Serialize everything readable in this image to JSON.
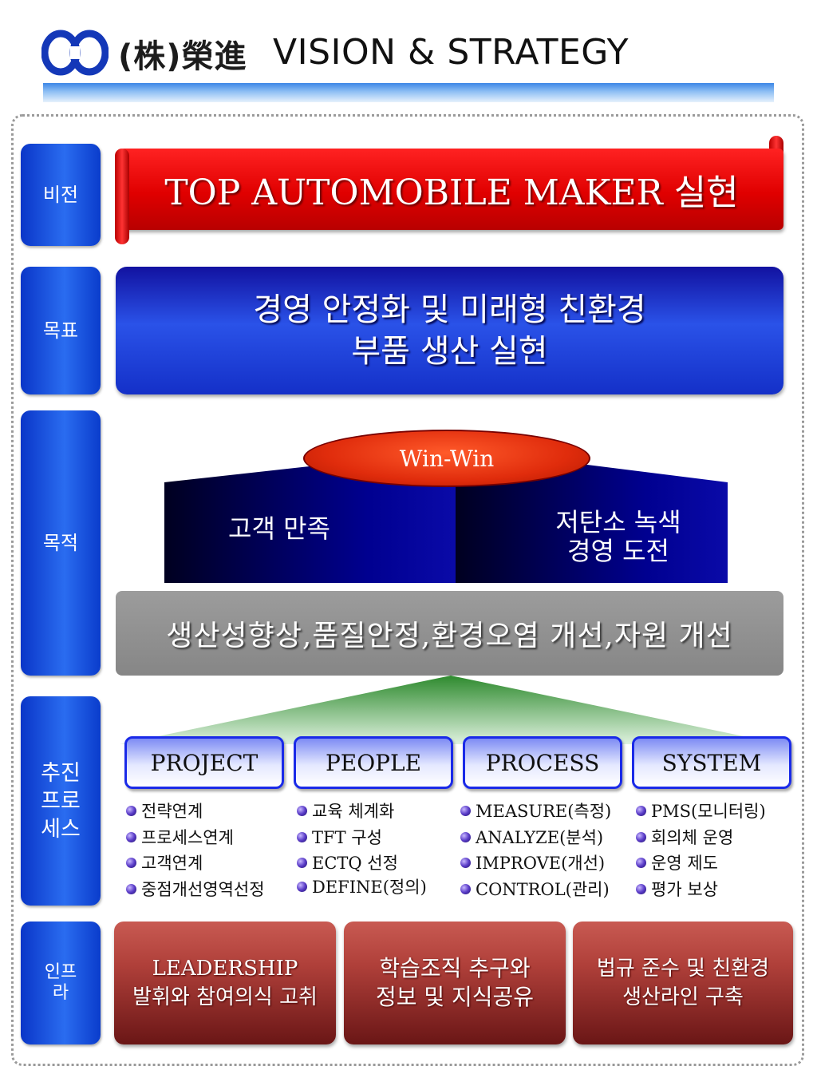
{
  "header": {
    "company": "(株)榮進",
    "title": "VISION & STRATEGY"
  },
  "side_labels": {
    "vision": "비전",
    "goal": "목표",
    "purpose": "목적",
    "process": [
      "추진",
      "프로",
      "세스"
    ],
    "infra": [
      "인프",
      "라"
    ]
  },
  "vision": {
    "text": "TOP AUTOMOBILE MAKER 실현"
  },
  "goal": {
    "lines": [
      "경영 안정화 및 미래형 친환경",
      "부품 생산 실현"
    ]
  },
  "purpose": {
    "winwin": "Win-Win",
    "left": "고객 만족",
    "right": [
      "저탄소 녹색",
      "경영 도전"
    ],
    "improve": "생산성향상,품질안정,환경오염 개선,자원 개선"
  },
  "process": {
    "columns": [
      {
        "title": "PROJECT",
        "items": [
          "전략연계",
          "프로세스연계",
          "고객연계",
          "중점개선영역선정"
        ]
      },
      {
        "title": "PEOPLE",
        "items": [
          "교육 체계화",
          "TFT 구성",
          "ECTQ 선정",
          "DEFINE(정의)"
        ]
      },
      {
        "title": "PROCESS",
        "items": [
          "MEASURE(측정)",
          "ANALYZE(분석)",
          "IMPROVE(개선)",
          "CONTROL(관리)"
        ]
      },
      {
        "title": "SYSTEM",
        "items": [
          "PMS(모니터링)",
          "회의체 운영",
          "운영 제도",
          "평가 보상"
        ]
      }
    ]
  },
  "infra": {
    "boxes": [
      [
        "LEADERSHIP",
        "발휘와 참여의식 고취"
      ],
      [
        "학습조직 추구와",
        "정보 및 지식공유"
      ],
      [
        "법규 준수 및 친환경",
        "생산라인 구축"
      ]
    ]
  }
}
